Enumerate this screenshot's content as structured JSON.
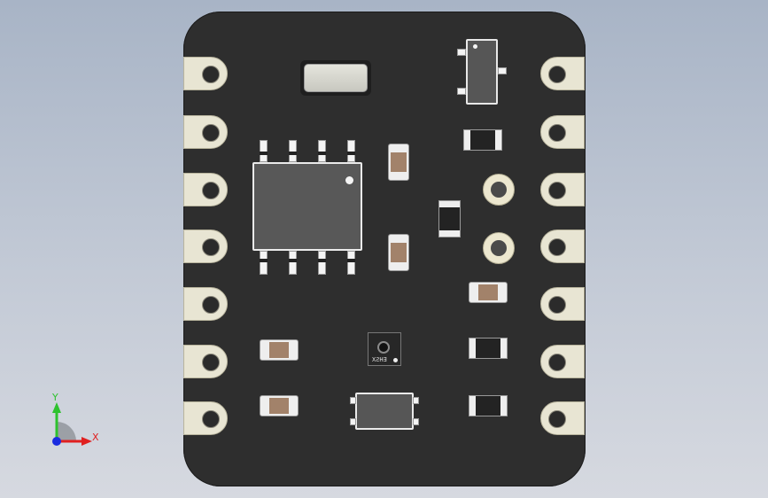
{
  "viewport": {
    "triad": {
      "x_label": "X",
      "y_label": "Y",
      "x_color": "#e02020",
      "y_color": "#2ec22e",
      "z_color": "#1a2ce0"
    }
  },
  "components": {
    "sensor_marking": "EHSX"
  },
  "colors": {
    "board": "#2e2e2e",
    "pad": "#e8e5d3",
    "background_top": "#a8b4c6",
    "background_bottom": "#d6d9e0"
  }
}
